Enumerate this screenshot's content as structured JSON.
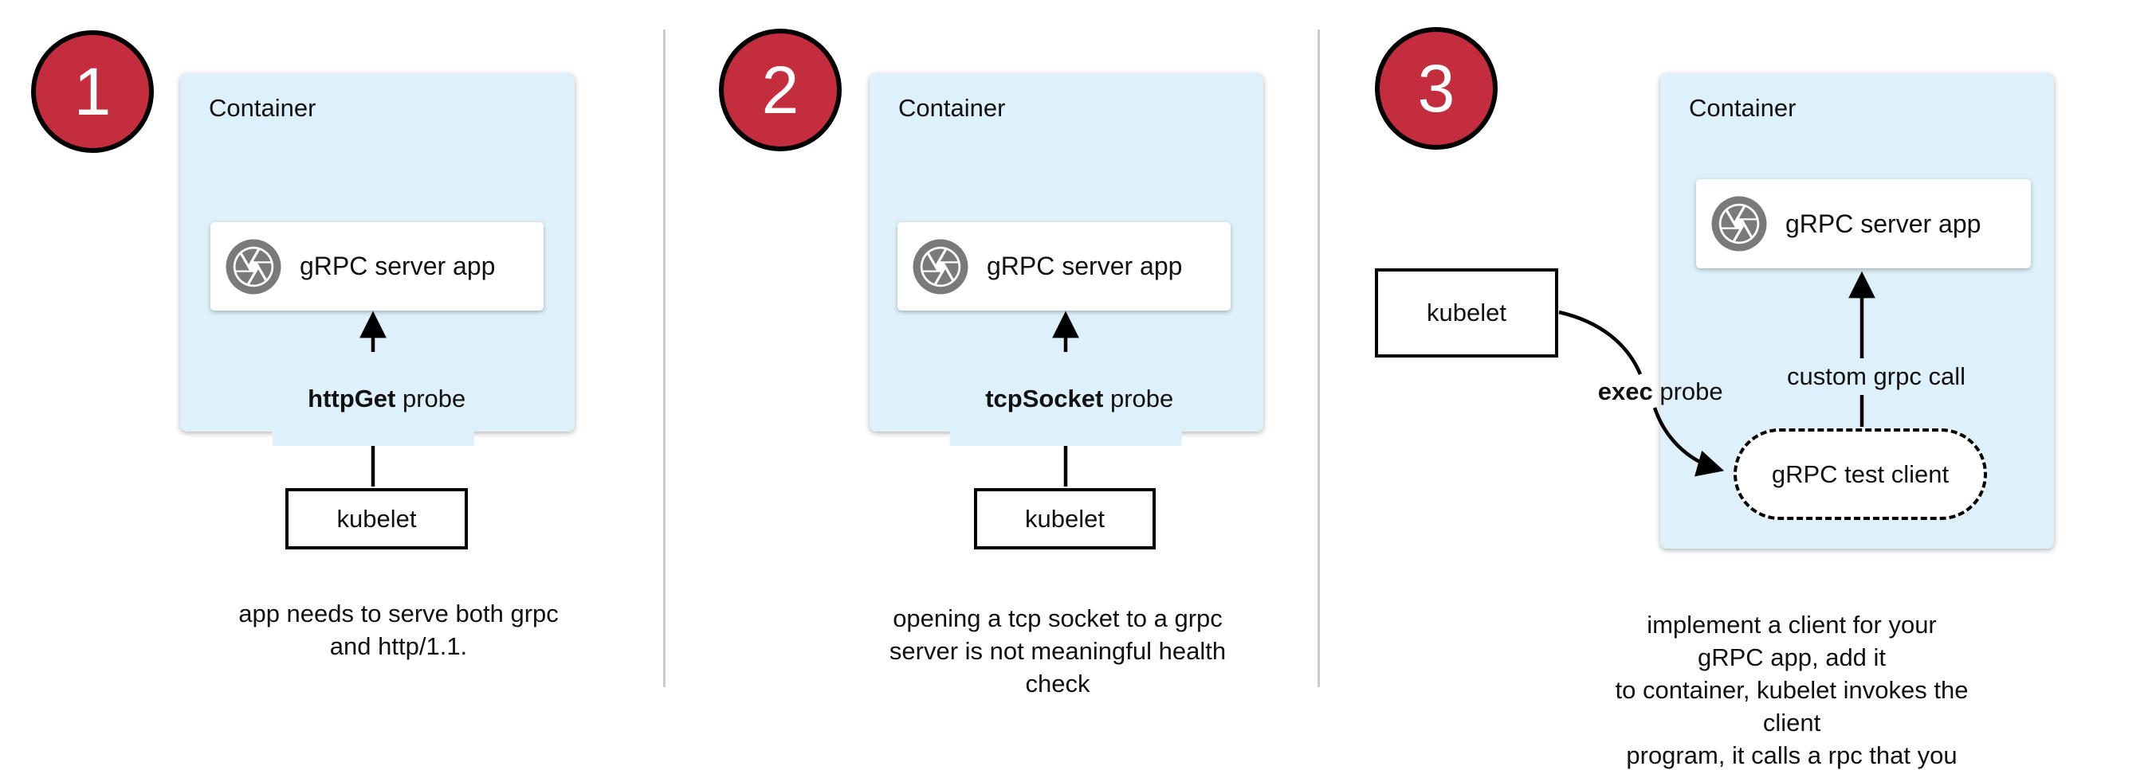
{
  "colors": {
    "container_fill": "#DEF1FA",
    "badge_fill": "#C42D3D",
    "badge_border": "#000000",
    "icon_gray": "#7A7A7A",
    "separator": "#CBCBCB",
    "arrow": "#000000",
    "text": "#111111"
  },
  "panels": [
    {
      "badge": "1",
      "container_label": "Container",
      "app_box": {
        "icon": "aperture-icon",
        "label": "gRPC server app"
      },
      "probe_label": {
        "keyword": "httpGet",
        "rest": " probe"
      },
      "kubelet_label": "kubelet",
      "caption": "app needs to serve both grpc\nand http/1.1."
    },
    {
      "badge": "2",
      "container_label": "Container",
      "app_box": {
        "icon": "aperture-icon",
        "label": "gRPC server app"
      },
      "probe_label": {
        "keyword": "tcpSocket",
        "rest": " probe"
      },
      "kubelet_label": "kubelet",
      "caption": "opening a tcp socket to a grpc\nserver is not meaningful health\ncheck"
    },
    {
      "badge": "3",
      "container_label": "Container",
      "app_box": {
        "icon": "aperture-icon",
        "label": "gRPC server app"
      },
      "probe_label": {
        "keyword": "exec",
        "rest": " probe"
      },
      "kubelet_label": "kubelet",
      "arrow_label": "custom grpc call",
      "test_client_label": "gRPC test client",
      "caption": "implement a client for your gRPC app, add it\nto container, kubelet invokes the client\nprogram, it calls a rpc that you implement"
    }
  ]
}
